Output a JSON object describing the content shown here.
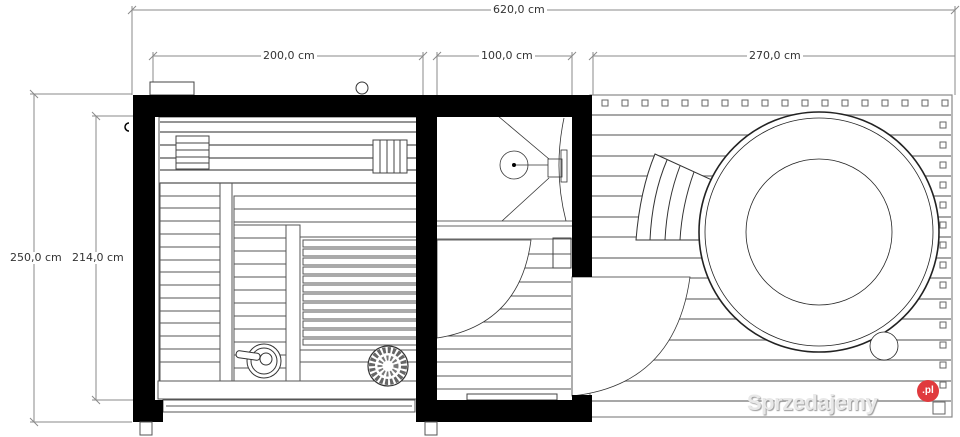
{
  "plan": {
    "type": "floor-plan",
    "subject": "sauna with shower room and terrace with hot tub",
    "dimensions": {
      "total_width": "620,0 cm",
      "sauna_width": "200,0 cm",
      "shower_width": "100,0 cm",
      "terrace_width": "270,0 cm",
      "total_depth": "250,0 cm",
      "interior_depth": "214,0 cm"
    },
    "rooms": [
      {
        "name": "sauna",
        "features": [
          "tiered benches",
          "stove with stones",
          "water bucket with ladle",
          "wall vents"
        ]
      },
      {
        "name": "shower",
        "features": [
          "corner shower with head",
          "swing door"
        ]
      },
      {
        "name": "terrace",
        "features": [
          "decking",
          "round hot tub",
          "curved steps",
          "railing posts",
          "swing door"
        ]
      }
    ]
  },
  "watermark": {
    "text": "Sprzedajemy",
    "badge": ".pl",
    "badge_color": "#e03a3e"
  }
}
